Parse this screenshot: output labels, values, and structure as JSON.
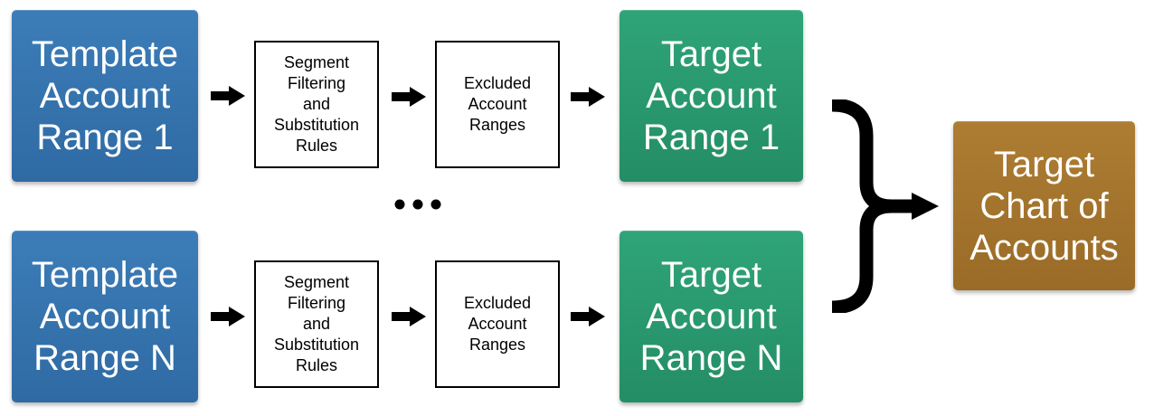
{
  "colors": {
    "template": "#3570aa",
    "target": "#29996e",
    "chart": "#a3722c",
    "rule_border": "#000000"
  },
  "rows": [
    {
      "template_label": "Template\nAccount\nRange 1",
      "rules_label": "Segment\nFiltering\nand\nSubstitution\nRules",
      "excluded_label": "Excluded\nAccount\nRanges",
      "target_label": "Target\nAccount\nRange 1"
    },
    {
      "template_label": "Template\nAccount\nRange N",
      "rules_label": "Segment\nFiltering\nand\nSubstitution\nRules",
      "excluded_label": "Excluded\nAccount\nRanges",
      "target_label": "Target\nAccount\nRange N"
    }
  ],
  "chart_label": "Target\nChart of\nAccounts",
  "icons": {
    "arrow": "right-arrow-icon",
    "ellipsis": "ellipsis-icon",
    "brace": "merge-brace-arrow-icon"
  }
}
